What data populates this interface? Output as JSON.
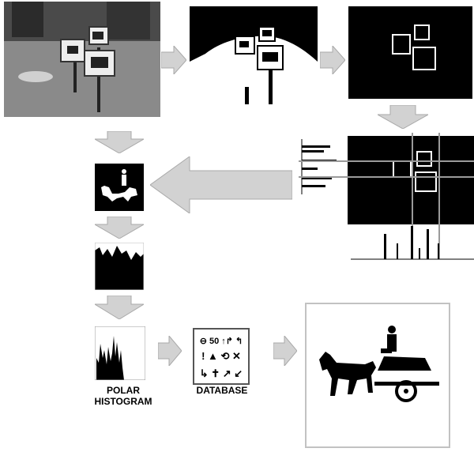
{
  "labels": {
    "polar_line1": "POLAR",
    "polar_line2": "HISTOGRAM",
    "database": "DATABASE"
  },
  "database_symbols": {
    "row1": "⊖ 50 ↑↱ ↰",
    "row2": "! ▲ ⟲ ✕",
    "row3": "↳ ✝ ↗ ↙"
  },
  "colors": {
    "arrow_fill": "#d2d2d2",
    "arrow_stroke": "#a9a9a9",
    "grid_line": "#9a9a9a",
    "frame_border": "#bdbdbd"
  }
}
